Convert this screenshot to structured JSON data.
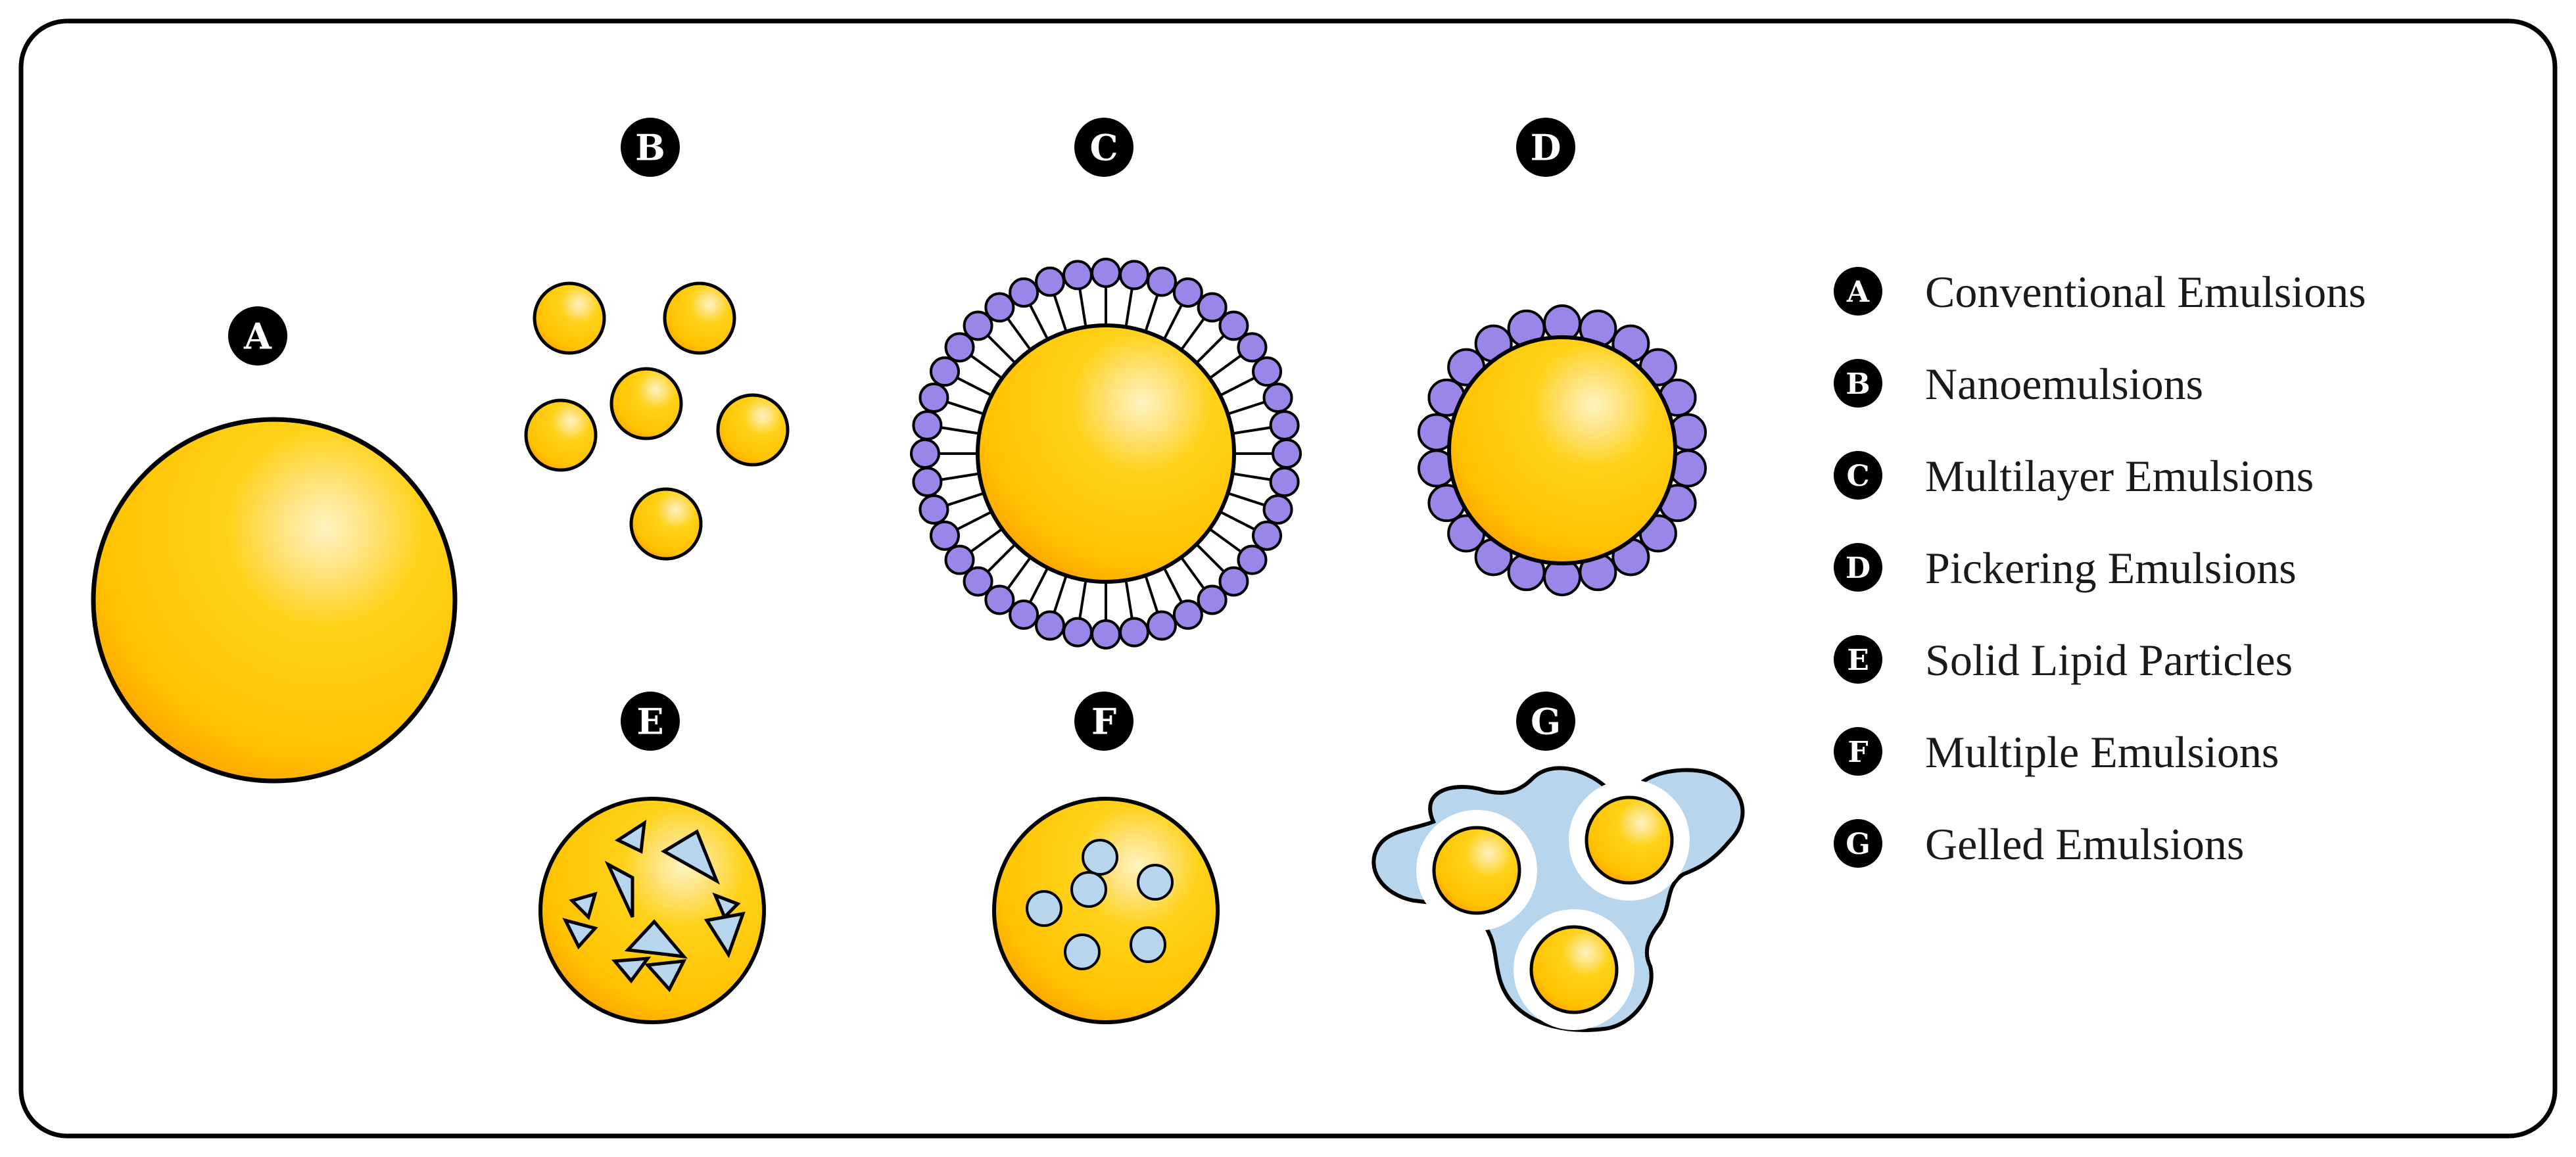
{
  "panels": [
    {
      "letter": "A",
      "label": "Conventional Emulsions"
    },
    {
      "letter": "B",
      "label": "Nanoemulsions"
    },
    {
      "letter": "C",
      "label": "Multilayer Emulsions"
    },
    {
      "letter": "D",
      "label": "Pickering Emulsions"
    },
    {
      "letter": "E",
      "label": "Solid Lipid Particles"
    },
    {
      "letter": "F",
      "label": "Multiple Emulsions"
    },
    {
      "letter": "G",
      "label": "Gelled Emulsions"
    }
  ],
  "colors": {
    "droplet_core": "#ffc800",
    "droplet_shade": "#ff9a00",
    "highlight": "#ffe27a",
    "outline": "#000000",
    "emulsifier": "#9a86e8",
    "inner_phase": "#b7d6ee",
    "frame": "#000000",
    "badge": "#000000",
    "badge_text": "#ffffff"
  }
}
